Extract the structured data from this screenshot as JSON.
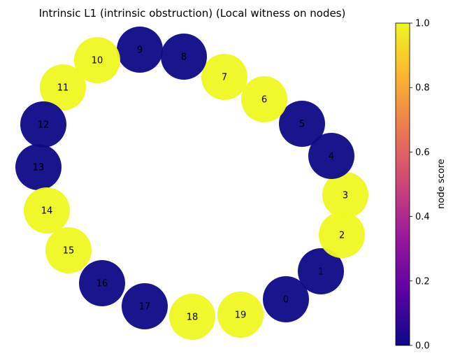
{
  "chart_data": {
    "type": "network-graph",
    "title": "Intrinsic L1 (intrinsic obstruction)  (Local witness on nodes)",
    "colorbar": {
      "label": "node score",
      "range": [
        0.0,
        1.0
      ],
      "ticks": [
        "0.0",
        "0.2",
        "0.4",
        "0.6",
        "0.8",
        "1.0"
      ],
      "colormap": "plasma",
      "stops": [
        "#0d0887",
        "#5b02a3",
        "#9a179b",
        "#cb4678",
        "#eb7852",
        "#fbb32f",
        "#eff821"
      ]
    },
    "nodes": [
      {
        "id": "0",
        "score": 0
      },
      {
        "id": "1",
        "score": 0
      },
      {
        "id": "2",
        "score": 1
      },
      {
        "id": "3",
        "score": 1
      },
      {
        "id": "4",
        "score": 0
      },
      {
        "id": "5",
        "score": 0
      },
      {
        "id": "6",
        "score": 1
      },
      {
        "id": "7",
        "score": 1
      },
      {
        "id": "8",
        "score": 0
      },
      {
        "id": "9",
        "score": 0
      },
      {
        "id": "10",
        "score": 1
      },
      {
        "id": "11",
        "score": 1
      },
      {
        "id": "12",
        "score": 0
      },
      {
        "id": "13",
        "score": 0
      },
      {
        "id": "14",
        "score": 1
      },
      {
        "id": "15",
        "score": 1
      },
      {
        "id": "16",
        "score": 0
      },
      {
        "id": "17",
        "score": 0
      },
      {
        "id": "18",
        "score": 1
      },
      {
        "id": "19",
        "score": 1
      }
    ]
  }
}
